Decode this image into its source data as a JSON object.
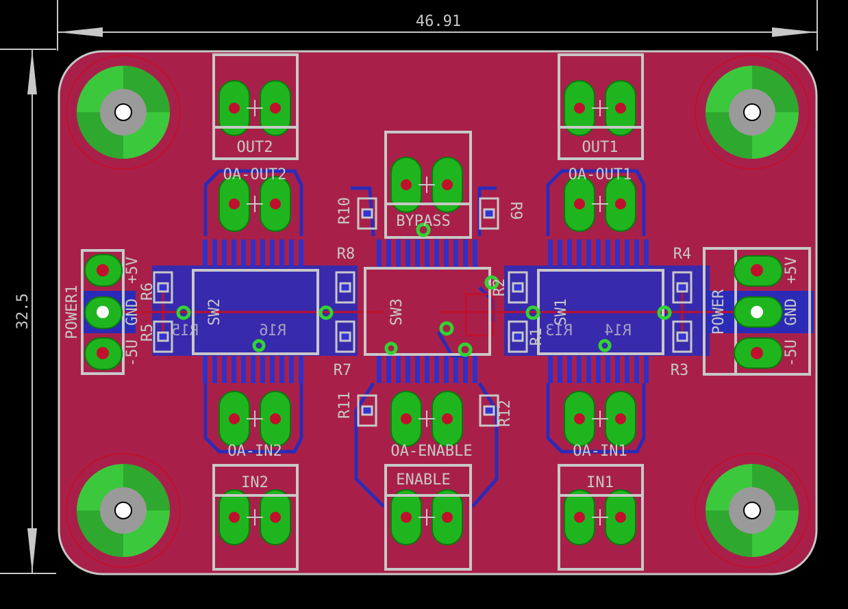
{
  "dimensions": {
    "width_label": "46.91",
    "height_label": "32.5"
  },
  "connectors": {
    "out2": "OUT2",
    "out1": "OUT1",
    "oa_out2": "OA-OUT2",
    "oa_out1": "OA-OUT1",
    "bypass": "BYPASS",
    "oa_in2": "OA-IN2",
    "oa_in1": "OA-IN1",
    "oa_enable": "OA-ENABLE",
    "enable": "ENABLE",
    "in2": "IN2",
    "in1": "IN1",
    "power1": "POWER1",
    "power": "POWER"
  },
  "power_pins_left": {
    "plus": "+5V",
    "gnd": "GND",
    "minus": "-5U"
  },
  "power_pins_right": {
    "plus": "+5V",
    "gnd": "GND",
    "minus": "-5U"
  },
  "resistors": {
    "r1": "R1",
    "r2": "R2",
    "r3": "R3",
    "r4": "R4",
    "r5": "R5",
    "r6": "R6",
    "r7": "R7",
    "r8": "R8",
    "r9": "R9",
    "r10": "R10",
    "r11": "R11",
    "r12": "R12",
    "r13": "R13",
    "r14": "R14",
    "r15": "R15",
    "r16": "R16"
  },
  "switches": {
    "sw1": "SW1",
    "sw2": "SW2",
    "sw3": "SW3"
  },
  "colors": {
    "board": "#a8204a",
    "copper_top": "#c0102c",
    "copper_bottom": "#2b2bb8",
    "pad": "#1fb51f",
    "silkscreen": "#c8c8c8",
    "mount_hole": "#3cc83c"
  }
}
